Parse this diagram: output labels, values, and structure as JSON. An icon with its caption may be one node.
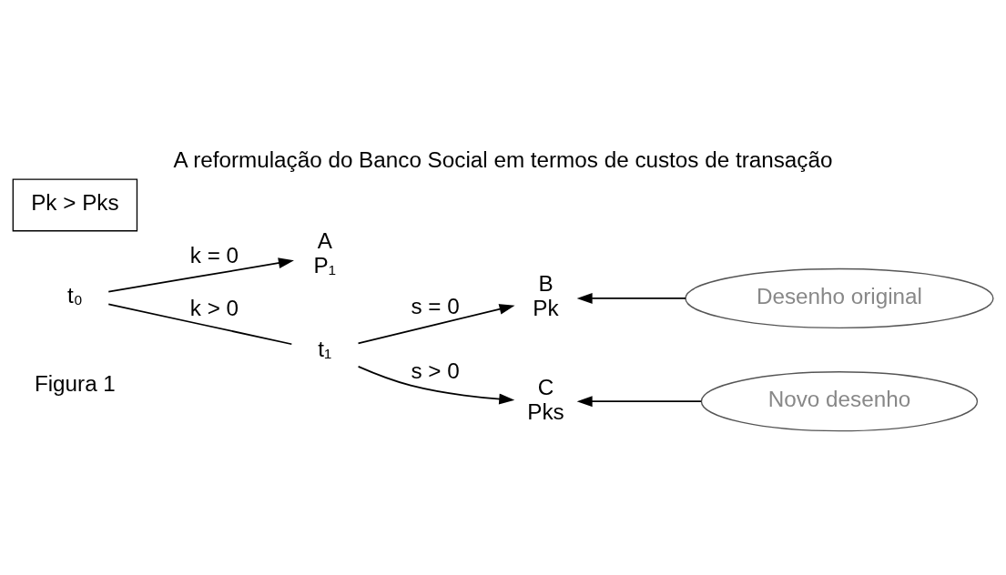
{
  "diagram": {
    "title": "A reformulação do Banco Social em termos de custos de transação",
    "nodes": [
      {
        "text": [
          "t₀"
        ]
      },
      {
        "text": [
          "A",
          "P₁"
        ]
      },
      {
        "text": [
          "t₁"
        ]
      },
      {
        "text": [
          "B",
          "Pk"
        ]
      },
      {
        "text": [
          "C",
          "Pks"
        ]
      },
      {
        "text": [
          "Desenho original"
        ]
      },
      {
        "text": [
          "Novo desenho"
        ]
      },
      {
        "text": [
          "Pk > Pks"
        ]
      }
    ],
    "edges": [
      {
        "from": 0,
        "to": 1,
        "arrow": "to",
        "label": "k = 0"
      },
      {
        "from": 0,
        "to": 2,
        "arrow": "none",
        "label": "k > 0"
      },
      {
        "from": 2,
        "to": 3,
        "arrow": "to",
        "label": "s = 0"
      },
      {
        "from": 2,
        "to": 4,
        "arrow": "to",
        "label": "s > 0"
      },
      {
        "from": 5,
        "to": 3,
        "arrow": "to"
      },
      {
        "from": 6,
        "to": 4,
        "arrow": "to"
      }
    ],
    "labels": [
      "Figura 1"
    ]
  }
}
